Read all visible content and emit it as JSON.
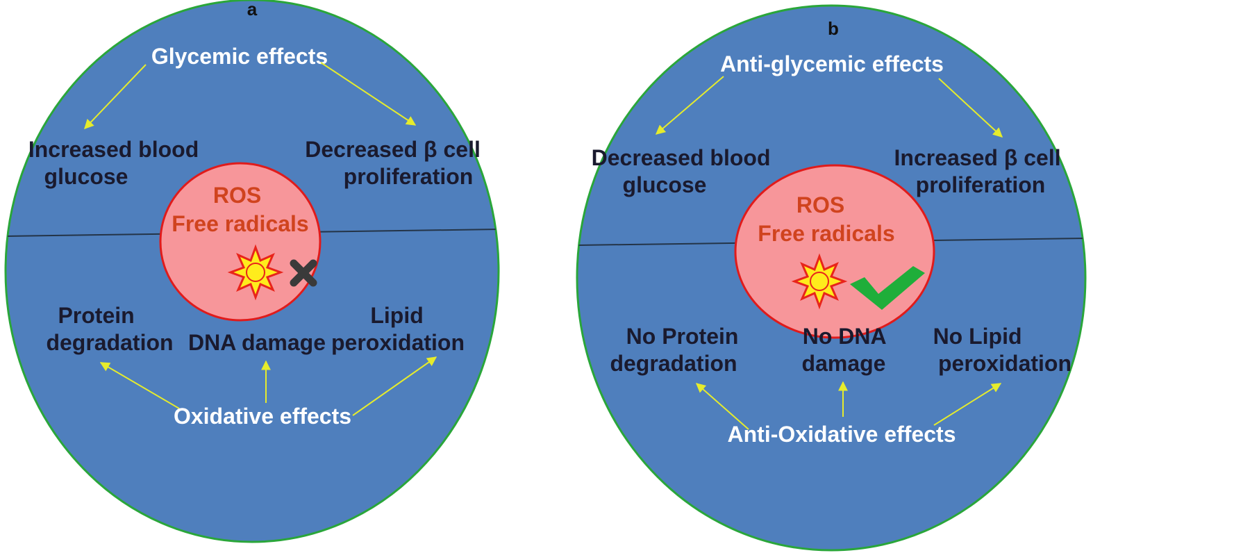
{
  "colors": {
    "outer_fill": "#4f7fbd",
    "outer_stroke": "#2aa63a",
    "inner_fill": "#f7969a",
    "inner_stroke": "#e01b1b",
    "arrow": "#e6ec2c",
    "divider": "#243447",
    "check": "#1fae3a",
    "cross": "#3a3a3a",
    "sun_ray": "#e8241b",
    "sun_core": "#ffec1c"
  },
  "panel_a": {
    "letter": "a",
    "top_effect": "Glycemic effects",
    "left_top": [
      "Increased blood",
      "glucose"
    ],
    "right_top": [
      "Decreased β cell",
      "proliferation"
    ],
    "center": [
      "ROS",
      "Free radicals"
    ],
    "center_marker_icon": "cross-icon",
    "bottom_left": [
      "Protein",
      "degradation"
    ],
    "bottom_center": [
      "DNA damage"
    ],
    "bottom_right": [
      "Lipid",
      "peroxidation"
    ],
    "bottom_effect": "Oxidative effects"
  },
  "panel_b": {
    "letter": "b",
    "top_effect": "Anti-glycemic effects",
    "left_top": [
      "Decreased blood",
      "glucose"
    ],
    "right_top": [
      "Increased β cell",
      "proliferation"
    ],
    "center": [
      "ROS",
      "Free radicals"
    ],
    "center_marker_icon": "checkmark-icon",
    "bottom_left": [
      "No Protein",
      "degradation"
    ],
    "bottom_center": [
      "No DNA",
      "damage"
    ],
    "bottom_right": [
      "No Lipid",
      "peroxidation"
    ],
    "bottom_effect": "Anti-Oxidative effects"
  }
}
